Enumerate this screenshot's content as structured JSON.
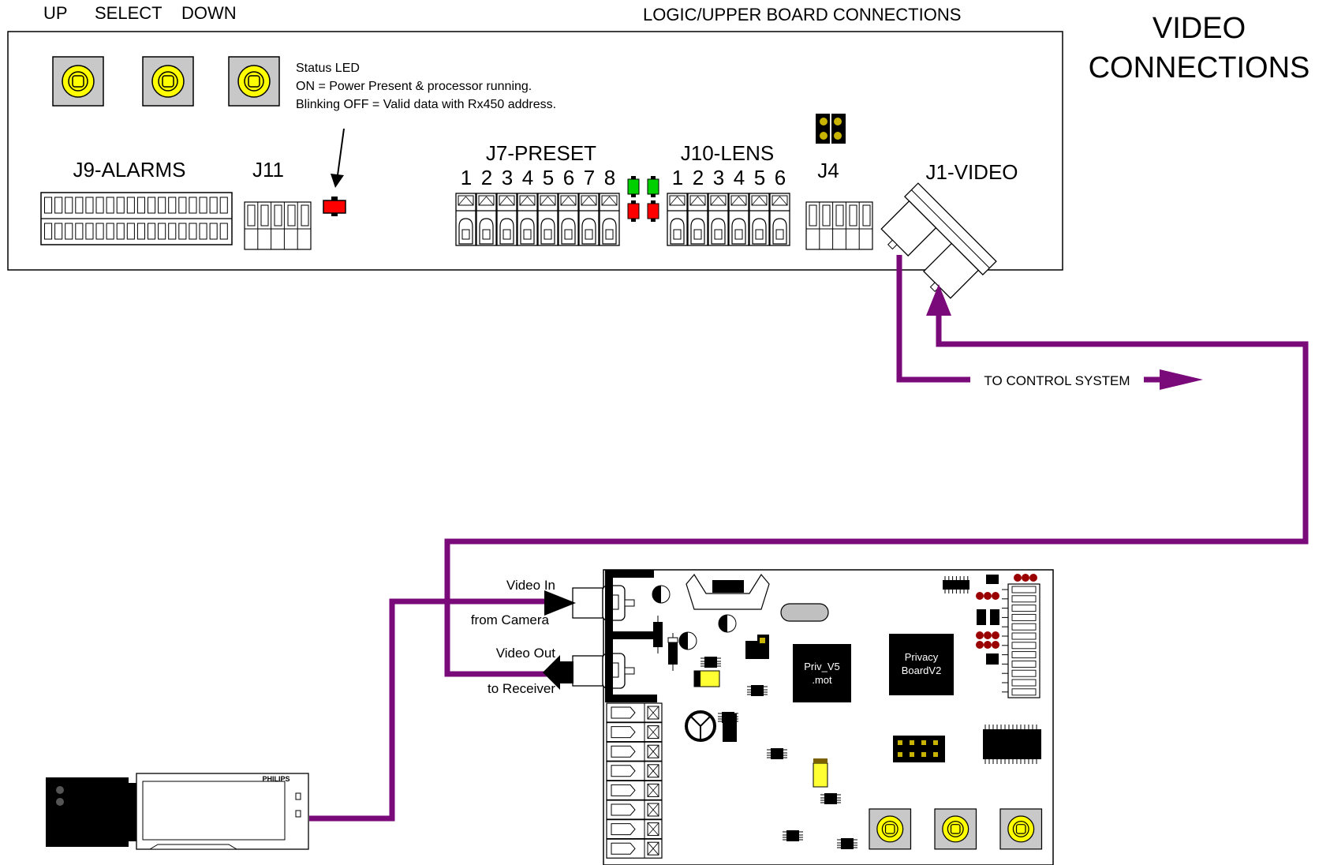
{
  "top_labels": {
    "up": "UP",
    "select": "SELECT",
    "down": "DOWN"
  },
  "logic_board_title": "LOGIC/UPPER BOARD CONNECTIONS",
  "video_title": {
    "line1": "VIDEO",
    "line2": "CONNECTIONS"
  },
  "status_led": {
    "title": "Status LED",
    "line1": "ON = Power Present & processor running.",
    "line2": "Blinking OFF = Valid data with Rx450 address."
  },
  "connectors": {
    "j9": "J9-ALARMS",
    "j11": "J11",
    "j7": "J7-PRESET",
    "j7_pins": [
      "1",
      "2",
      "3",
      "4",
      "5",
      "6",
      "7",
      "8"
    ],
    "j10": "J10-LENS",
    "j10_pins": [
      "1",
      "2",
      "3",
      "4",
      "5",
      "6"
    ],
    "j4": "J4",
    "j1": "J1-VIDEO"
  },
  "control_system_label": "TO CONTROL SYSTEM",
  "privacy_board": {
    "video_in": "Video In",
    "from_camera": "from Camera",
    "video_out": "Video Out",
    "to_receiver": "to Receiver",
    "chip1": {
      "line1": "Priv_V5",
      "line2": ".mot"
    },
    "chip2": {
      "line1": "Privacy",
      "line2": "BoardV2"
    }
  },
  "camera_brand": "PHILIPS",
  "colors": {
    "cable": "#7a0a7a",
    "button_yellow": "#ffff00",
    "led_red": "#ff0000",
    "led_green": "#00d000",
    "jumper_dark_red": "#9a0000",
    "chip_black": "#000000"
  }
}
